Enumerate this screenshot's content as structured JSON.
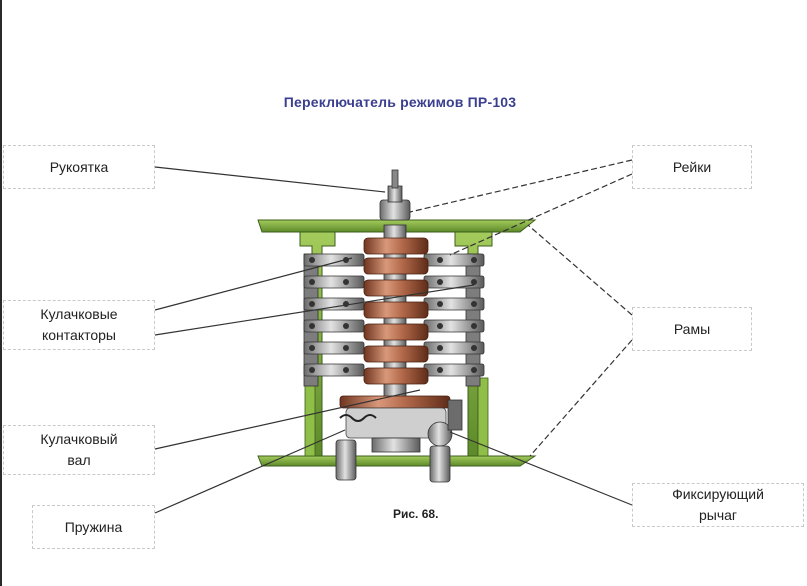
{
  "diagram": {
    "title": "Переключатель режимов ПР-103",
    "caption": "Рис. 68.",
    "labels": {
      "handle": "Рукоятка",
      "rails": "Рейки",
      "cam_contactors": "Кулачковые\nконтакторы",
      "frames": "Рамы",
      "cam_shaft": "Кулачковый\nвал",
      "spring": "Пружина",
      "fixing_lever": "Фиксирующий\nрычаг"
    }
  },
  "colors": {
    "frame_green": "#7fae3c",
    "frame_dark": "#4e7226",
    "cam_brown": "#a35a3a",
    "cam_light": "#d9987a",
    "metal": "#9a9a9a",
    "leader": "#333333"
  }
}
